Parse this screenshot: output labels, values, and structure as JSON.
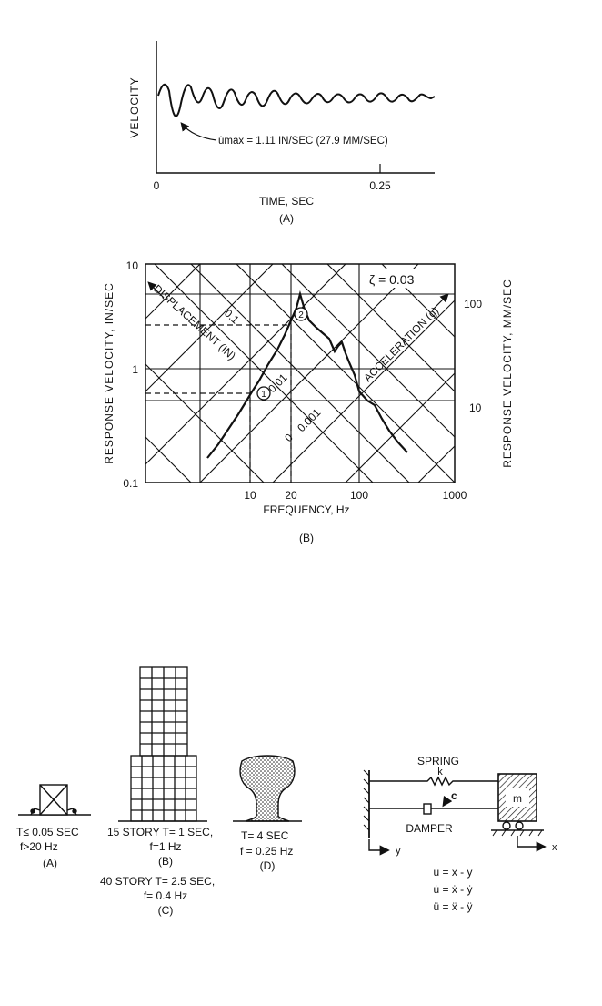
{
  "fig_a": {
    "ylabel": "VELOCITY",
    "xlabel": "TIME, SEC",
    "tick_0": "0",
    "tick_025": "0.25",
    "annotation": "u̇max = 1.11 IN/SEC  (27.9 MM/SEC)",
    "caption": "(A)"
  },
  "fig_b": {
    "ylabel_left": "RESPONSE VELOCITY, IN/SEC",
    "ylabel_right": "RESPONSE VELOCITY, MM/SEC",
    "xlabel": "FREQUENCY, Hz",
    "yticks_left": [
      "10",
      "1",
      "0.1"
    ],
    "yticks_right": [
      "100",
      "10"
    ],
    "xticks": [
      "10",
      "20",
      "100",
      "1000"
    ],
    "displacement_label": "DISPLACEMENT (IN)",
    "acceleration_label": "ACCELERATION (g)",
    "damping_label": "ζ = 0.03",
    "disp_values": [
      "0.1",
      "0.01",
      "0.001",
      "0"
    ],
    "point_1": "1",
    "point_2": "2",
    "caption": "(B)"
  },
  "structures": {
    "a_line1": "T≤ 0.05 SEC",
    "a_line2": "f>20 Hz",
    "a_caption": "(A)",
    "b_line1": "15 STORY  T= 1 SEC,",
    "b_line2": "f=1 Hz",
    "b_caption": "(B)",
    "c_line1": "40 STORY  T= 2.5 SEC,",
    "c_line2": "f= 0.4  Hz",
    "c_caption": "(C)",
    "d_line1": "T= 4 SEC",
    "d_line2": "f = 0.25 Hz",
    "d_caption": "(D)"
  },
  "sdof": {
    "spring_label": "SPRING",
    "k_label": "k",
    "c_label": "c",
    "damper_label": "DAMPER",
    "mass_label": "m",
    "x_label": "x",
    "y_label": "y",
    "eq1": "u  =  x - y",
    "eq2": "u̇ = ẋ - ẏ",
    "eq3": "ü = ẍ - ÿ"
  }
}
